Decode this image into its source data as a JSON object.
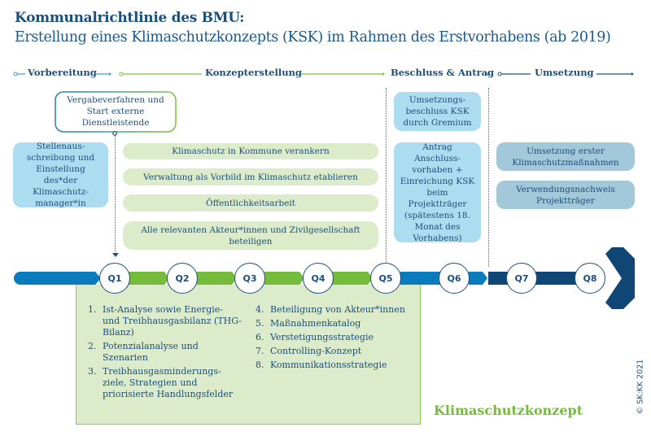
{
  "header": {
    "title": "Kommunalrichtlinie des BMU:",
    "subtitle": "Erstellung eines Klimaschutzkonzepts (KSK) im Rahmen des Erstvorhabens (ab 2019)"
  },
  "phases": [
    {
      "label": "Vorbereitung",
      "color": "#3a9ad1"
    },
    {
      "label": "Konzepterstellung",
      "color": "#7dc242"
    },
    {
      "label": "Beschluss & Antrag",
      "color": "#3a9ad1"
    },
    {
      "label": "Umsetzung",
      "color": "#1d4f7c"
    }
  ],
  "vergabe_box": "Vergabeverfahren und Start externe Dienstleistende",
  "vorbereitung_box": "Stellenaus-schreibung und Einstellung des*der Klimaschutz-manager*in",
  "konzept_boxes": [
    "Klimaschutz in Kommune verankern",
    "Verwaltung als Vorbild im Klimaschutz etablieren",
    "Öffentlichkeitsarbeit",
    "Alle relevanten Akteur*innen und Zivilgesellschaft beteiligen"
  ],
  "beschluss_boxes": [
    "Umsetzungs-beschluss KSK durch Gremium",
    "Antrag Anschluss-vorhaben + Einreichung KSK beim Projektträger (spätestens 18. Monat des Vorhabens)"
  ],
  "umsetzung_boxes": [
    "Umsetzung erster Klimaschutzmaßnahmen",
    "Verwendungsnachweis Projektträger"
  ],
  "quarters": [
    "Q1",
    "Q2",
    "Q3",
    "Q4",
    "Q5",
    "Q6",
    "Q7",
    "Q8"
  ],
  "ksk_list_left": [
    {
      "num": "1.",
      "text": "Ist-Analyse sowie Energie- und Treibhausgasbilanz (THG-Bilanz)"
    },
    {
      "num": "2.",
      "text": "Potenzialanalyse und Szenarien"
    },
    {
      "num": "3.",
      "text": "Treibhausgasminderungs-ziele, Strategien und priorisierte Handlungsfelder"
    }
  ],
  "ksk_list_right": [
    {
      "num": "4.",
      "text": "Beteiligung von Akteur*innen"
    },
    {
      "num": "5.",
      "text": "Maßnahmenkatalog"
    },
    {
      "num": "6.",
      "text": "Verstetigungsstrategie"
    },
    {
      "num": "7.",
      "text": "Controlling-Konzept"
    },
    {
      "num": "8.",
      "text": "Kommunikationsstrategie"
    }
  ],
  "ksk_label": "Klimaschutzkonzept",
  "copyright": "© SK:KK 2021",
  "colors": {
    "dark_blue": "#1b4f7e",
    "mid_blue": "#0a7bbd",
    "green": "#76bc3c",
    "light_green": "#dcebc9",
    "light_blue": "#acdcef"
  }
}
